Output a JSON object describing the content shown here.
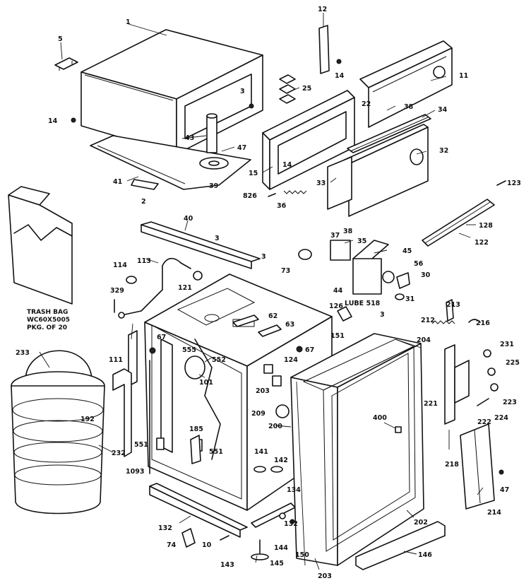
{
  "labels": {
    "p1": "1",
    "p5": "5",
    "p12": "12",
    "p14a": "14",
    "p14b": "14",
    "p14c": "14",
    "p11": "11",
    "p3a": "3",
    "p25": "25",
    "p22": "22",
    "p38": "38",
    "p34": "34",
    "p43": "43",
    "p47a": "47",
    "p15": "15",
    "p32": "32",
    "p41": "41",
    "p39": "39",
    "p2": "2",
    "p826": "826",
    "p36": "36",
    "p33": "33",
    "p123": "123",
    "p40": "40",
    "p3b": "3",
    "p3c": "3",
    "p128": "128",
    "p37": "37",
    "p35": "35",
    "p45": "45",
    "p122": "122",
    "p114": "114",
    "p113": "113",
    "p73": "73",
    "p56": "56",
    "p30": "30",
    "p121": "121",
    "p44": "44",
    "p31": "31",
    "p329": "329",
    "p126": "126",
    "lube": "LUBE 518",
    "p3d": "3",
    "p213": "213",
    "p62": "62",
    "p212": "212",
    "p216": "216",
    "p63": "63",
    "p151": "151",
    "p204": "204",
    "p233": "233",
    "p111": "111",
    "p67a": "67",
    "p67b": "67",
    "p124": "124",
    "p231": "231",
    "p225": "225",
    "p555": "555",
    "p552": "552",
    "p101": "101",
    "p203a": "203",
    "p221": "221",
    "p223": "223",
    "p209": "209",
    "p224": "224",
    "p192": "192",
    "p200": "200",
    "p400": "400",
    "p222": "222",
    "p185": "185",
    "p551a": "551",
    "p551b": "551",
    "p232": "232",
    "p141": "141",
    "p142": "142",
    "p218": "218",
    "p1093": "1093",
    "p47b": "47",
    "p134": "134",
    "p214": "214",
    "p132a": "132",
    "p132b": "132",
    "p202": "202",
    "p74": "74",
    "p10": "10",
    "p144": "144",
    "p150": "150",
    "p143": "143",
    "p145": "145",
    "p203b": "203",
    "p146": "146"
  },
  "trash_note": {
    "line1": "TRASH BAG",
    "line2": "WC60X5005",
    "line3": "PKG. OF 20"
  }
}
